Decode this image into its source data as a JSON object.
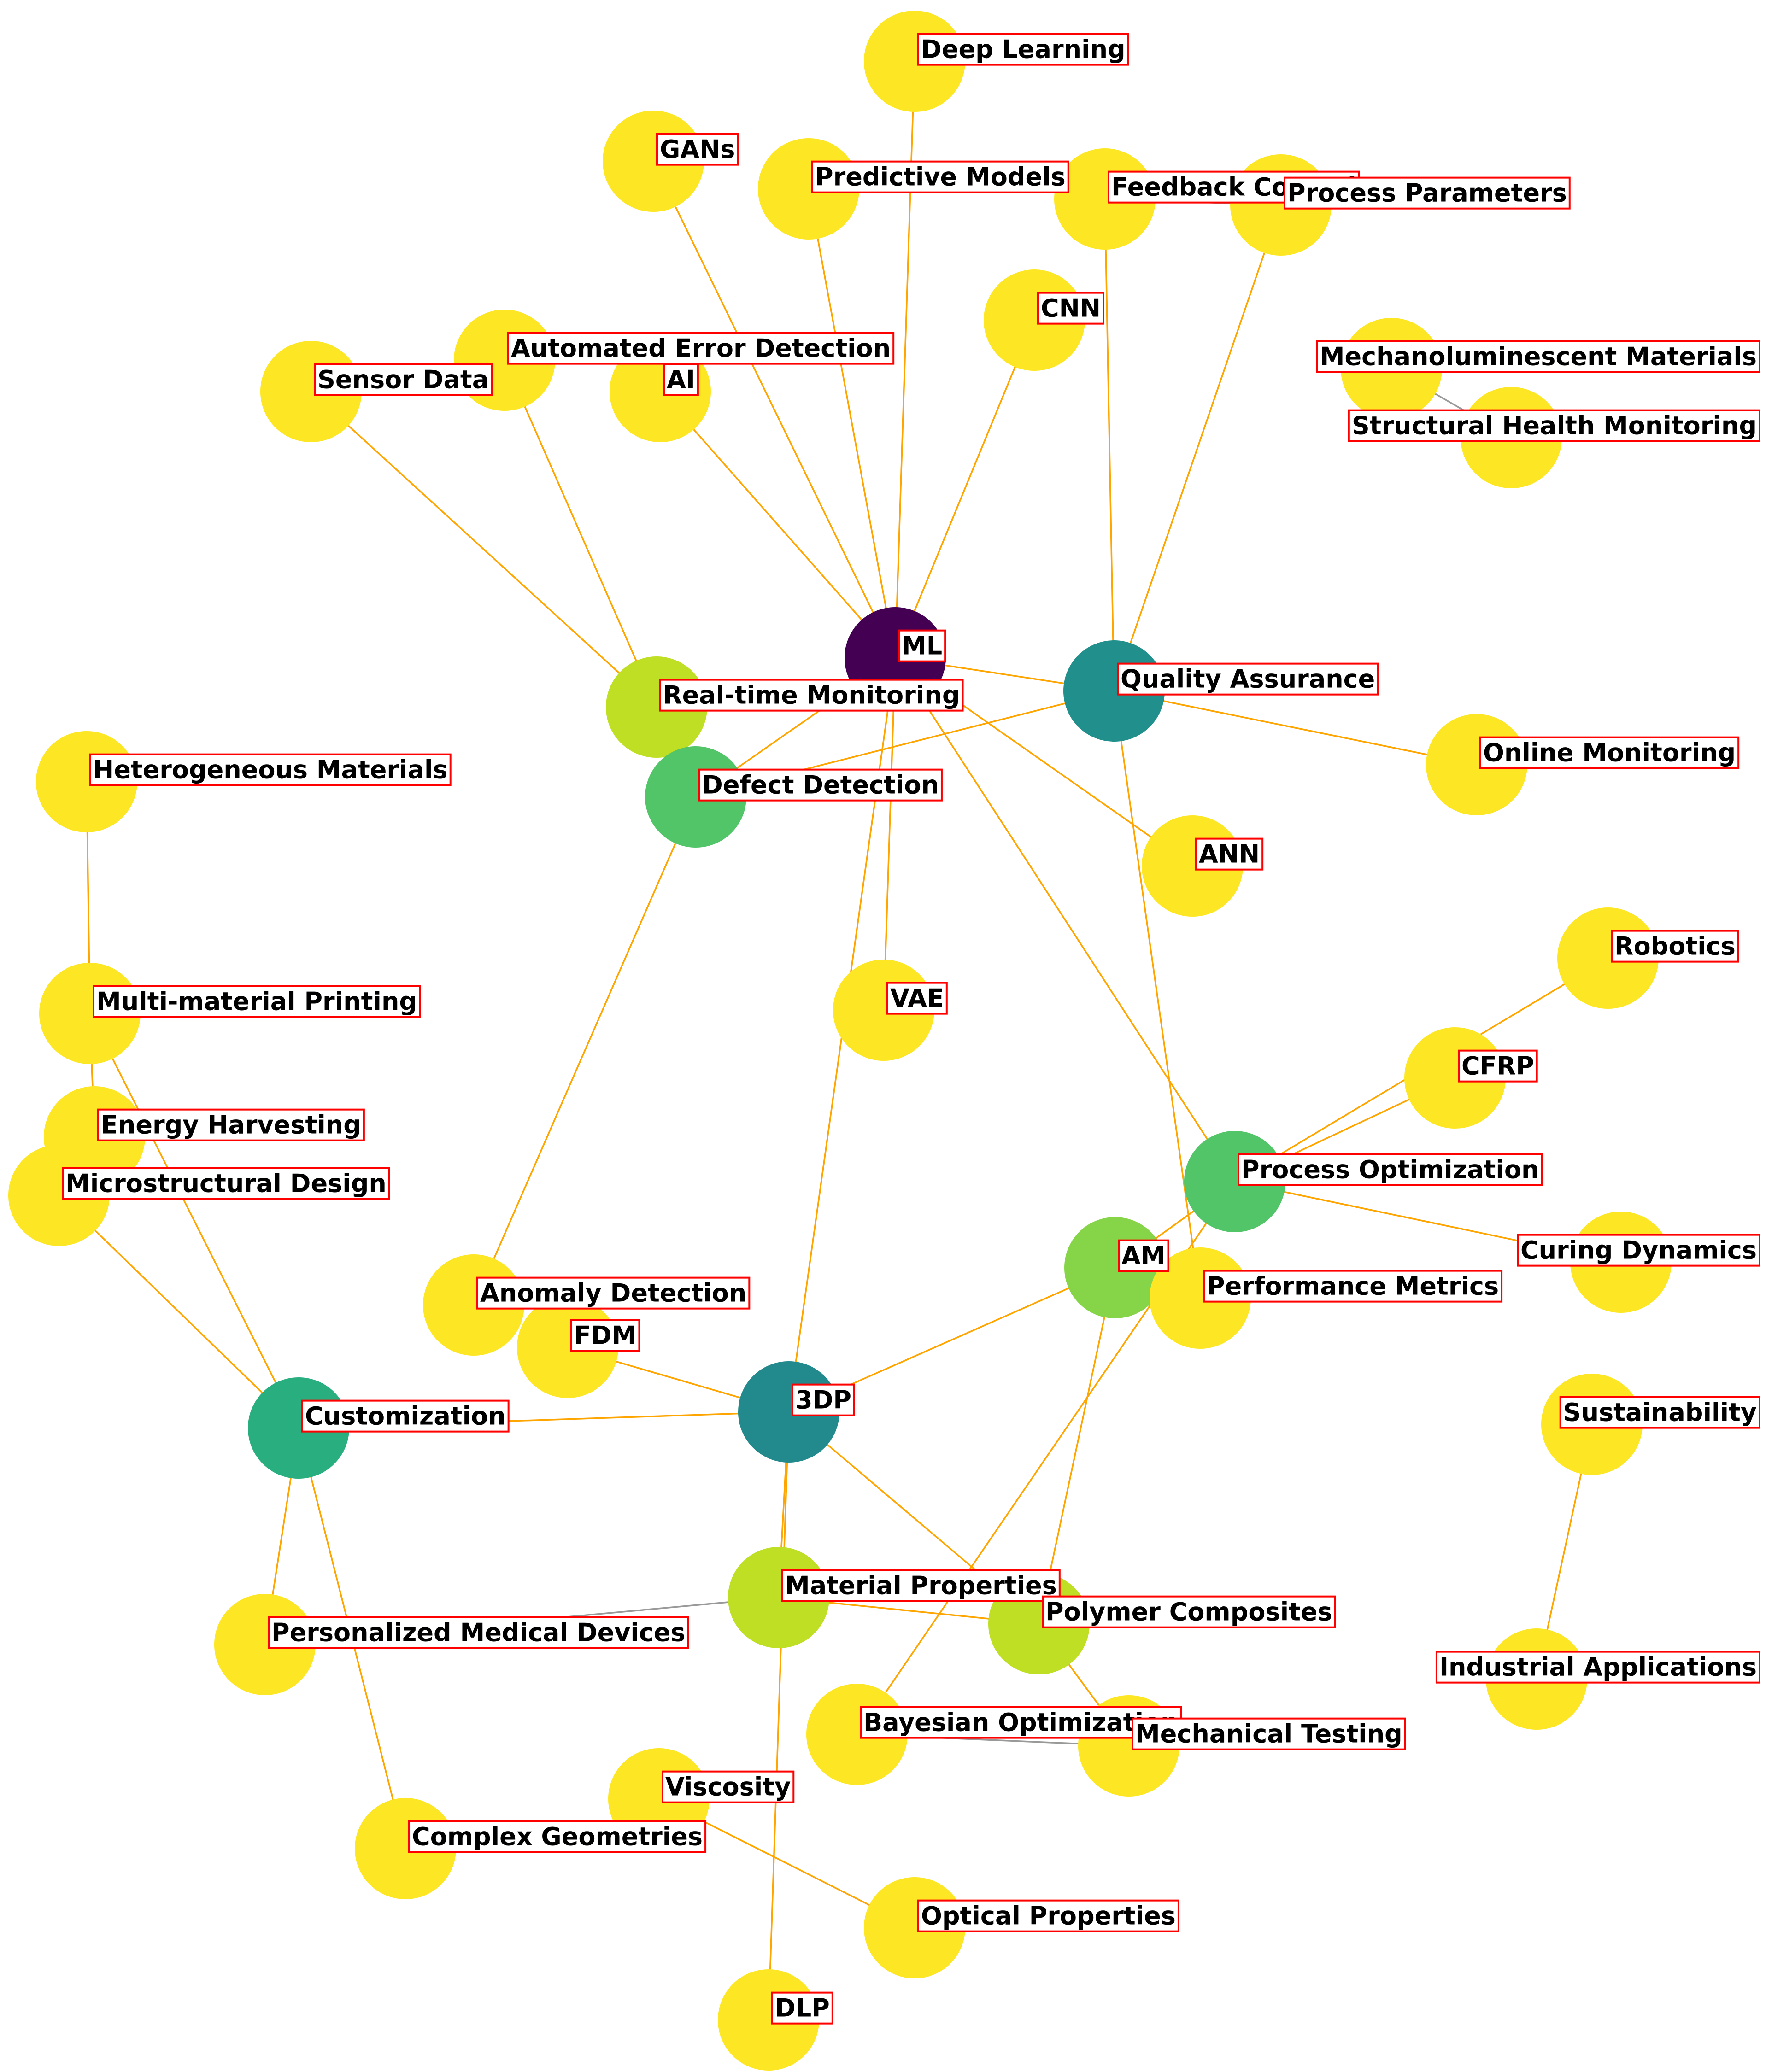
{
  "graph": {
    "edge_colors": {
      "primary": "#ffa500",
      "secondary": "#999999"
    },
    "node_colors": {
      "viridis_0": "#440154",
      "viridis_teal": "#21908d",
      "viridis_teal2": "#228a8d",
      "viridis_green": "#29af7f",
      "viridis_lightgreen": "#52c569",
      "viridis_lime": "#86d549",
      "viridis_yellowgreen": "#bfdf24",
      "viridis_yellow": "#fde725"
    },
    "nodes": [
      {
        "id": "ml",
        "label": "ML",
        "color": "viridis_0"
      },
      {
        "id": "qa",
        "label": "Quality Assurance",
        "color": "viridis_teal"
      },
      {
        "id": "rtm",
        "label": "Real-time Monitoring",
        "color": "viridis_yellowgreen"
      },
      {
        "id": "dd",
        "label": "Defect Detection",
        "color": "viridis_lightgreen"
      },
      {
        "id": "po",
        "label": "Process Optimization",
        "color": "viridis_lightgreen"
      },
      {
        "id": "am",
        "label": "AM",
        "color": "viridis_lime"
      },
      {
        "id": "3dp",
        "label": "3DP",
        "color": "viridis_teal2"
      },
      {
        "id": "cust",
        "label": "Customization",
        "color": "viridis_green"
      },
      {
        "id": "mp",
        "label": "Material Properties",
        "color": "viridis_yellowgreen"
      },
      {
        "id": "pc",
        "label": "Polymer Composites",
        "color": "viridis_yellowgreen"
      },
      {
        "id": "dl",
        "label": "Deep Learning",
        "color": "viridis_yellow"
      },
      {
        "id": "gans",
        "label": "GANs",
        "color": "viridis_yellow"
      },
      {
        "id": "pm",
        "label": "Predictive Models",
        "color": "viridis_yellow"
      },
      {
        "id": "fc",
        "label": "Feedback Control",
        "color": "viridis_yellow"
      },
      {
        "id": "pp",
        "label": "Process Parameters",
        "color": "viridis_yellow"
      },
      {
        "id": "cnn",
        "label": "CNN",
        "color": "viridis_yellow"
      },
      {
        "id": "aed",
        "label": "Automated Error Detection",
        "color": "viridis_yellow"
      },
      {
        "id": "sd",
        "label": "Sensor Data",
        "color": "viridis_yellow"
      },
      {
        "id": "ai",
        "label": "AI",
        "color": "viridis_yellow"
      },
      {
        "id": "mlm",
        "label": "Mechanoluminescent Materials",
        "color": "viridis_yellow"
      },
      {
        "id": "shm",
        "label": "Structural Health Monitoring",
        "color": "viridis_yellow"
      },
      {
        "id": "om",
        "label": "Online Monitoring",
        "color": "viridis_yellow"
      },
      {
        "id": "hm",
        "label": "Heterogeneous Materials",
        "color": "viridis_yellow"
      },
      {
        "id": "ann",
        "label": "ANN",
        "color": "viridis_yellow"
      },
      {
        "id": "rob",
        "label": "Robotics",
        "color": "viridis_yellow"
      },
      {
        "id": "mmp",
        "label": "Multi-material Printing",
        "color": "viridis_yellow"
      },
      {
        "id": "vae",
        "label": "VAE",
        "color": "viridis_yellow"
      },
      {
        "id": "cfrp",
        "label": "CFRP",
        "color": "viridis_yellow"
      },
      {
        "id": "eh",
        "label": "Energy Harvesting",
        "color": "viridis_yellow"
      },
      {
        "id": "msd",
        "label": "Microstructural Design",
        "color": "viridis_yellow"
      },
      {
        "id": "cd",
        "label": "Curing Dynamics",
        "color": "viridis_yellow"
      },
      {
        "id": "perf",
        "label": "Performance Metrics",
        "color": "viridis_yellow"
      },
      {
        "id": "ad",
        "label": "Anomaly Detection",
        "color": "viridis_yellow"
      },
      {
        "id": "fdm",
        "label": "FDM",
        "color": "viridis_yellow"
      },
      {
        "id": "sus",
        "label": "Sustainability",
        "color": "viridis_yellow"
      },
      {
        "id": "pmd",
        "label": "Personalized Medical Devices",
        "color": "viridis_yellow"
      },
      {
        "id": "ia",
        "label": "Industrial Applications",
        "color": "viridis_yellow"
      },
      {
        "id": "bo",
        "label": "Bayesian Optimization",
        "color": "viridis_yellow"
      },
      {
        "id": "mt",
        "label": "Mechanical Testing",
        "color": "viridis_yellow"
      },
      {
        "id": "visc",
        "label": "Viscosity",
        "color": "viridis_yellow"
      },
      {
        "id": "cg",
        "label": "Complex Geometries",
        "color": "viridis_yellow"
      },
      {
        "id": "op",
        "label": "Optical Properties",
        "color": "viridis_yellow"
      },
      {
        "id": "dlp",
        "label": "DLP",
        "color": "viridis_yellow"
      }
    ],
    "edges": [
      {
        "source": "ml",
        "target": "dl",
        "color": "primary"
      },
      {
        "source": "ml",
        "target": "gans",
        "color": "primary"
      },
      {
        "source": "ml",
        "target": "pm",
        "color": "primary"
      },
      {
        "source": "ml",
        "target": "cnn",
        "color": "primary"
      },
      {
        "source": "ml",
        "target": "ai",
        "color": "primary"
      },
      {
        "source": "ml",
        "target": "qa",
        "color": "primary"
      },
      {
        "source": "ml",
        "target": "dd",
        "color": "primary"
      },
      {
        "source": "ml",
        "target": "ann",
        "color": "primary"
      },
      {
        "source": "ml",
        "target": "vae",
        "color": "primary"
      },
      {
        "source": "ml",
        "target": "po",
        "color": "primary"
      },
      {
        "source": "ml",
        "target": "3dp",
        "color": "primary"
      },
      {
        "source": "qa",
        "target": "fc",
        "color": "primary"
      },
      {
        "source": "qa",
        "target": "pp",
        "color": "primary"
      },
      {
        "source": "qa",
        "target": "om",
        "color": "primary"
      },
      {
        "source": "qa",
        "target": "dd",
        "color": "primary"
      },
      {
        "source": "qa",
        "target": "perf",
        "color": "primary"
      },
      {
        "source": "fc",
        "target": "pp",
        "color": "secondary"
      },
      {
        "source": "rtm",
        "target": "sd",
        "color": "primary"
      },
      {
        "source": "rtm",
        "target": "aed",
        "color": "primary"
      },
      {
        "source": "aed",
        "target": "sd",
        "color": "secondary"
      },
      {
        "source": "mlm",
        "target": "shm",
        "color": "secondary"
      },
      {
        "source": "dd",
        "target": "ad",
        "color": "primary"
      },
      {
        "source": "hm",
        "target": "mmp",
        "color": "primary"
      },
      {
        "source": "mmp",
        "target": "eh",
        "color": "primary"
      },
      {
        "source": "mmp",
        "target": "cust",
        "color": "primary"
      },
      {
        "source": "msd",
        "target": "cust",
        "color": "primary"
      },
      {
        "source": "po",
        "target": "rob",
        "color": "primary"
      },
      {
        "source": "po",
        "target": "cfrp",
        "color": "primary"
      },
      {
        "source": "po",
        "target": "cd",
        "color": "primary"
      },
      {
        "source": "po",
        "target": "am",
        "color": "primary"
      },
      {
        "source": "po",
        "target": "bo",
        "color": "primary"
      },
      {
        "source": "am",
        "target": "3dp",
        "color": "primary"
      },
      {
        "source": "am",
        "target": "pc",
        "color": "primary"
      },
      {
        "source": "3dp",
        "target": "fdm",
        "color": "primary"
      },
      {
        "source": "3dp",
        "target": "cust",
        "color": "primary"
      },
      {
        "source": "3dp",
        "target": "mp",
        "color": "primary"
      },
      {
        "source": "3dp",
        "target": "pc",
        "color": "primary"
      },
      {
        "source": "3dp",
        "target": "dlp",
        "color": "primary"
      },
      {
        "source": "mp",
        "target": "pc",
        "color": "primary"
      },
      {
        "source": "pc",
        "target": "mt",
        "color": "primary"
      },
      {
        "source": "bo",
        "target": "mt",
        "color": "secondary"
      },
      {
        "source": "cust",
        "target": "pmd",
        "color": "primary"
      },
      {
        "source": "cust",
        "target": "cg",
        "color": "primary"
      },
      {
        "source": "pmd",
        "target": "mp",
        "color": "secondary"
      },
      {
        "source": "visc",
        "target": "op",
        "color": "primary"
      },
      {
        "source": "sus",
        "target": "ia",
        "color": "primary"
      }
    ]
  }
}
